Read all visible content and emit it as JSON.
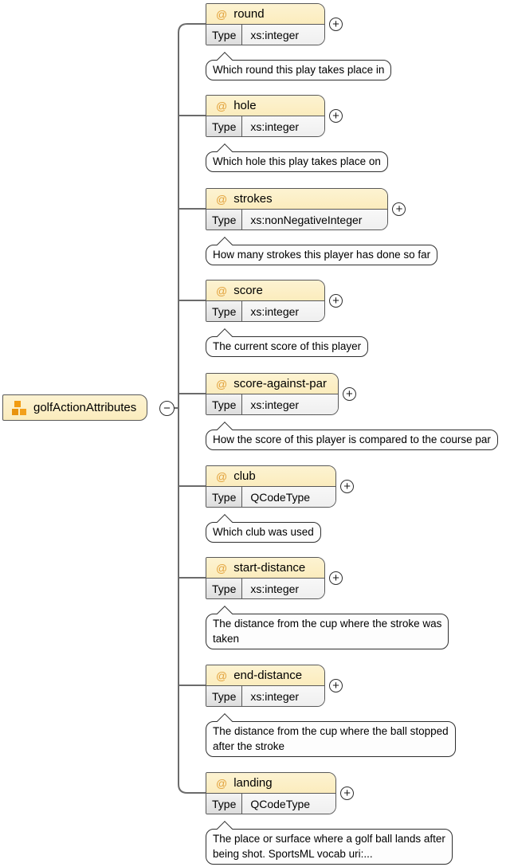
{
  "diagram": {
    "root": {
      "label": "golfActionAttributes"
    },
    "labels": {
      "type": "Type"
    },
    "icons": {
      "attribute": "@",
      "attribute_group": "attribute-group-icon",
      "expand": "+",
      "collapse": "−"
    },
    "colors": {
      "node_header_bg": "#fcefc6",
      "node_border": "#585858",
      "at_symbol": "#e2a23c",
      "icon_orange": "#f09e1e",
      "icon_orange_dark": "#e8930d",
      "type_label_bg": "#e9e9e9",
      "type_value_bg": "#f5f5f5",
      "connector": "#6b6b6b",
      "callout_bg": "#fdfdfd",
      "callout_border": "#2f2f2f"
    },
    "attributes": [
      {
        "name": "round",
        "type": "xs:integer",
        "doc": "Which round this play takes place in"
      },
      {
        "name": "hole",
        "type": "xs:integer",
        "doc": "Which hole this play takes place on"
      },
      {
        "name": "strokes",
        "type": "xs:nonNegativeInteger",
        "doc": "How many strokes this player has done so far"
      },
      {
        "name": "score",
        "type": "xs:integer",
        "doc": "The current score of this player"
      },
      {
        "name": "score-against-par",
        "type": "xs:integer",
        "doc": "How the score of this player is compared to the course par"
      },
      {
        "name": "club",
        "type": "QCodeType",
        "doc": "Which club was used"
      },
      {
        "name": "start-distance",
        "type": "xs:integer",
        "doc": "The distance from the cup where the stroke was\ntaken"
      },
      {
        "name": "end-distance",
        "type": "xs:integer",
        "doc": "The distance from the cup where the ball stopped\nafter the stroke"
      },
      {
        "name": "landing",
        "type": "QCodeType",
        "doc": "The place or surface where a golf ball lands after\nbeing shot. SportsML vocab uri:..."
      }
    ]
  }
}
